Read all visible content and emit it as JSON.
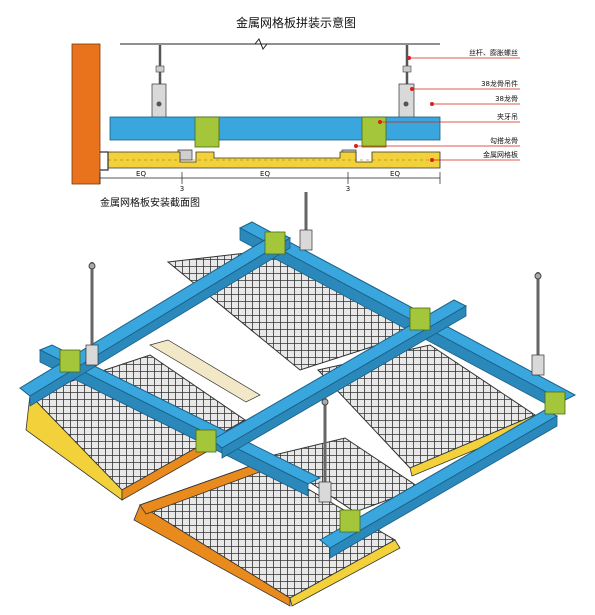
{
  "title": "金属网格板拼装示意图",
  "section_title": "金属网格板安装截面图",
  "callouts": [
    {
      "id": "rod",
      "text": "丝杆、膨胀螺丝"
    },
    {
      "id": "hanger",
      "text": "38龙骨吊件"
    },
    {
      "id": "channel38",
      "text": "38龙骨"
    },
    {
      "id": "clip",
      "text": "夹牙吊"
    },
    {
      "id": "tri_keel",
      "text": "勾搭龙骨"
    },
    {
      "id": "panel",
      "text": "金属网格板"
    }
  ],
  "dimensions": {
    "eq": "EQ",
    "three": "3"
  },
  "colors": {
    "wall": "#e9731c",
    "channel": "#39a7de",
    "clip": "#a4c63a",
    "panel_yellow": "#f3d13a",
    "panel_orange": "#e98a1c",
    "grid": "#3b3b3b",
    "callout_line": "#d9201a"
  },
  "icons": [
    "threaded-rod-icon",
    "expansion-bolt-icon",
    "hanger-bracket-icon"
  ]
}
